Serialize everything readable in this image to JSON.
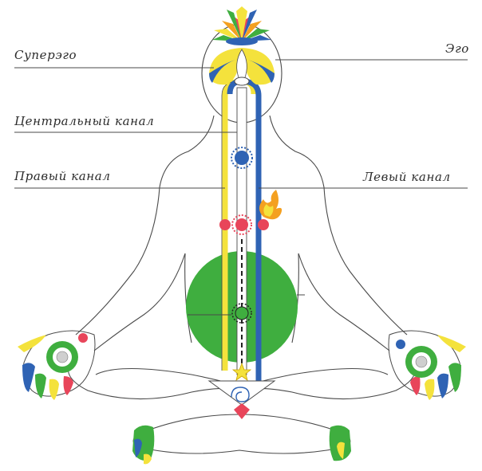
{
  "labels": {
    "superego": "Суперэго",
    "central_channel": "Центральный канал",
    "right_channel": "Правый канал",
    "ego": "Эго",
    "left_channel": "Левый канал"
  },
  "colors": {
    "right_channel": "#f4e23c",
    "left_channel": "#2f63b4",
    "central_channel": "#ffffff",
    "void": "#3fae3f",
    "outline": "#4a4a4a",
    "chakra_red": "#e8455a",
    "sahasrara_petals": [
      "#e8455a",
      "#f4a020",
      "#f4e23c",
      "#3fae3f",
      "#2f63b4"
    ]
  }
}
